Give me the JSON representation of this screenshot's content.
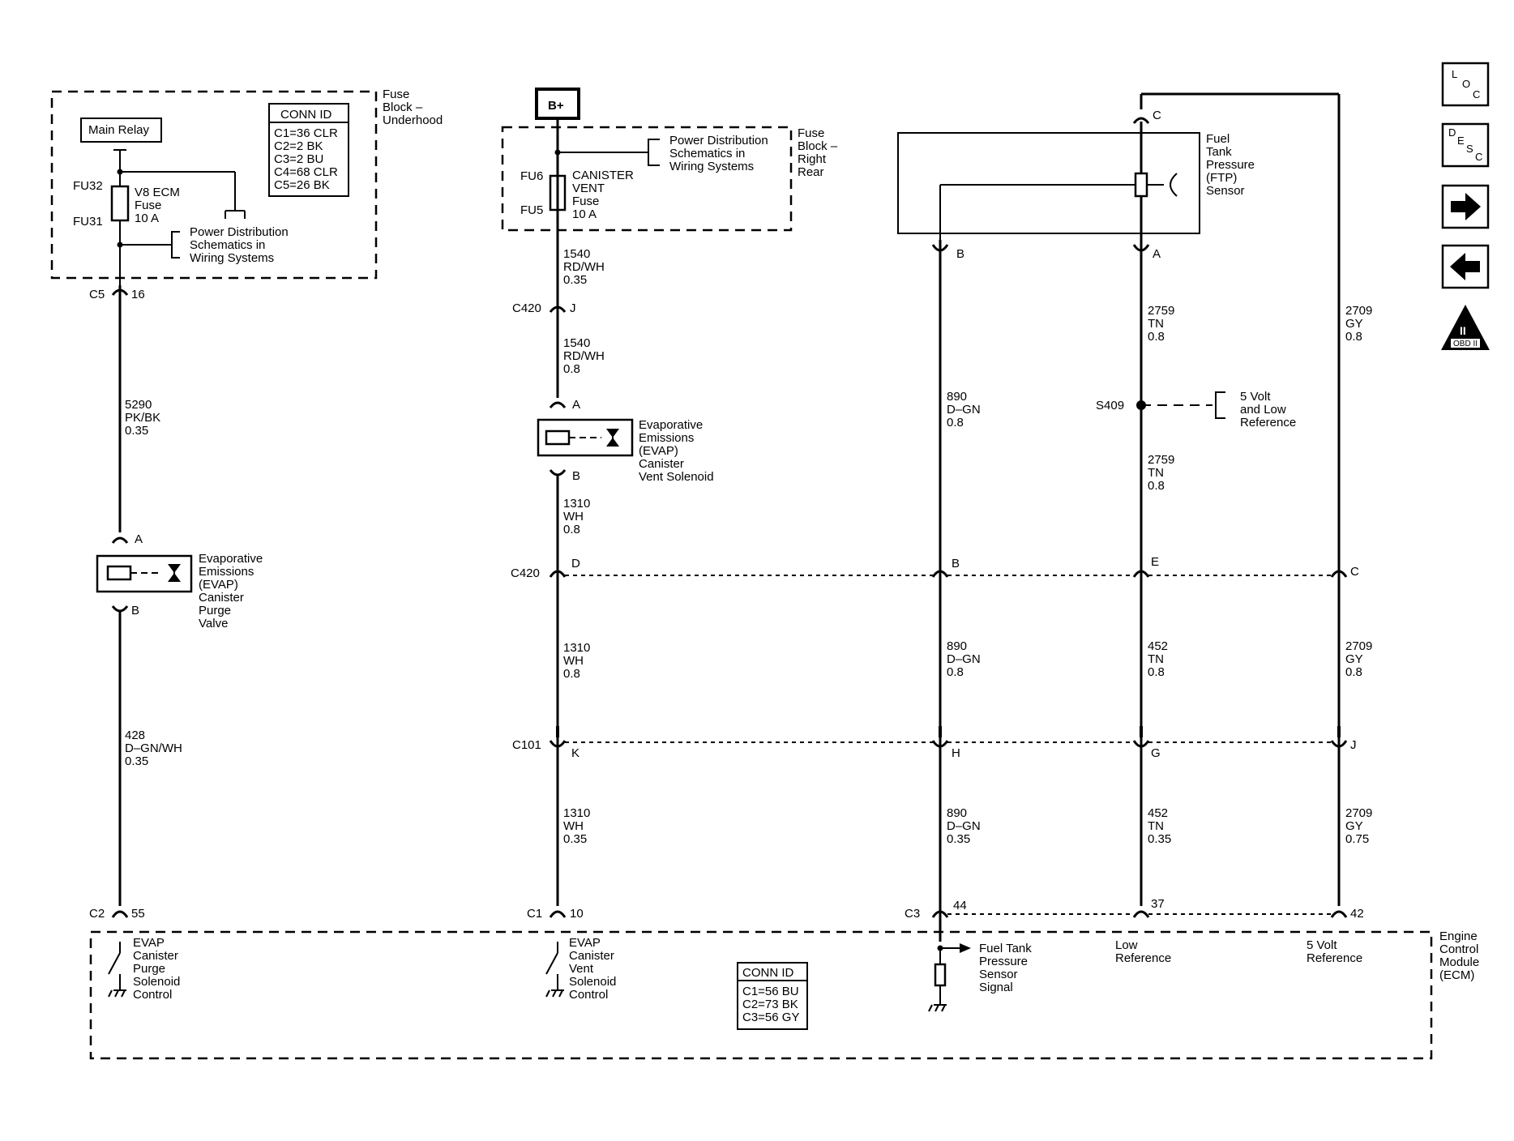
{
  "nav": {
    "loc": {
      "l": "L",
      "o": "O",
      "c": "C"
    },
    "desc": {
      "d": "D",
      "e": "E",
      "s": "S",
      "c": "C"
    },
    "obd": {
      "numeral": "II",
      "label": "OBD II"
    }
  },
  "fuse_block_underhood": {
    "title": [
      "Fuse",
      "Block –",
      "Underhood"
    ],
    "main_relay": "Main Relay",
    "fuse_top": "FU32",
    "fuse_bottom": "FU31",
    "fuse_name": [
      "V8 ECM",
      "Fuse",
      "10 A"
    ],
    "power_dist": [
      "Power Distribution",
      "Schematics in",
      "Wiring Systems"
    ],
    "conn_id_title": "CONN ID",
    "conn_ids": [
      "C1=36 CLR",
      "C2=2 BK",
      "C3=2 BU",
      "C4=68 CLR",
      "C5=26 BK"
    ]
  },
  "fuse_block_rear": {
    "bplus": "B+",
    "title": [
      "Fuse",
      "Block –",
      "Right",
      "Rear"
    ],
    "power_dist": [
      "Power Distribution",
      "Schematics in",
      "Wiring Systems"
    ],
    "fuse_top": "FU6",
    "fuse_bottom": "FU5",
    "fuse_name": [
      "CANISTER",
      "VENT",
      "Fuse",
      "10 A"
    ]
  },
  "connectors": {
    "c5": "C5",
    "c5_pin": "16",
    "c420_a": "C420",
    "c420_a_pin": "J",
    "c420_d": "C420",
    "c420_d_pin": "D",
    "c420_b_pin": "B",
    "c420_e_pin": "E",
    "c420_c_pin": "C",
    "c101": "C101",
    "c101_k": "K",
    "c101_h": "H",
    "c101_g": "G",
    "c101_j": "J",
    "c2": "C2",
    "c2_pin": "55",
    "c1": "C1",
    "c1_pin": "10",
    "c3": "C3",
    "c3_44": "44",
    "c3_37": "37",
    "c3_42": "42"
  },
  "wires": {
    "w5290": [
      "5290",
      "PK/BK",
      "0.35"
    ],
    "w428": [
      "428",
      "D–GN/WH",
      "0.35"
    ],
    "w1540_a": [
      "1540",
      "RD/WH",
      "0.35"
    ],
    "w1540_b": [
      "1540",
      "RD/WH",
      "0.8"
    ],
    "w1310_a": [
      "1310",
      "WH",
      "0.8"
    ],
    "w1310_b": [
      "1310",
      "WH",
      "0.8"
    ],
    "w1310_c": [
      "1310",
      "WH",
      "0.35"
    ],
    "w890_a": [
      "890",
      "D–GN",
      "0.8"
    ],
    "w890_b": [
      "890",
      "D–GN",
      "0.8"
    ],
    "w890_c": [
      "890",
      "D–GN",
      "0.35"
    ],
    "w2759_a": [
      "2759",
      "TN",
      "0.8"
    ],
    "w2759_b": [
      "2759",
      "TN",
      "0.8"
    ],
    "w452_a": [
      "452",
      "TN",
      "0.8"
    ],
    "w452_b": [
      "452",
      "TN",
      "0.35"
    ],
    "w2709_a": [
      "2709",
      "GY",
      "0.8"
    ],
    "w2709_b": [
      "2709",
      "GY",
      "0.8"
    ],
    "w2709_c": [
      "2709",
      "GY",
      "0.75"
    ]
  },
  "purge_valve": {
    "pin_a": "A",
    "pin_b": "B",
    "label": [
      "Evaporative",
      "Emissions",
      "(EVAP)",
      "Canister",
      "Purge",
      "Valve"
    ]
  },
  "vent_solenoid": {
    "pin_a": "A",
    "pin_b": "B",
    "label": [
      "Evaporative",
      "Emissions",
      "(EVAP)",
      "Canister",
      "Vent Solenoid"
    ]
  },
  "ftp_sensor": {
    "pin_c": "C",
    "pin_b": "B",
    "pin_a": "A",
    "label": [
      "Fuel",
      "Tank",
      "Pressure",
      "(FTP)",
      "Sensor"
    ]
  },
  "splice": {
    "name": "S409",
    "label": [
      "5 Volt",
      "and Low",
      "Reference"
    ]
  },
  "ecm": {
    "title": [
      "Engine",
      "Control",
      "Module",
      "(ECM)"
    ],
    "purge_ctrl": [
      "EVAP",
      "Canister",
      "Purge",
      "Solenoid",
      "Control"
    ],
    "vent_ctrl": [
      "EVAP",
      "Canister",
      "Vent",
      "Solenoid",
      "Control"
    ],
    "ftp_signal": [
      "Fuel Tank",
      "Pressure",
      "Sensor",
      "Signal"
    ],
    "low_ref": [
      "Low",
      "Reference"
    ],
    "five_volt_ref": [
      "5 Volt",
      "Reference"
    ],
    "conn_id_title": "CONN ID",
    "conn_ids": [
      "C1=56 BU",
      "C2=73 BK",
      "C3=56 GY"
    ]
  }
}
